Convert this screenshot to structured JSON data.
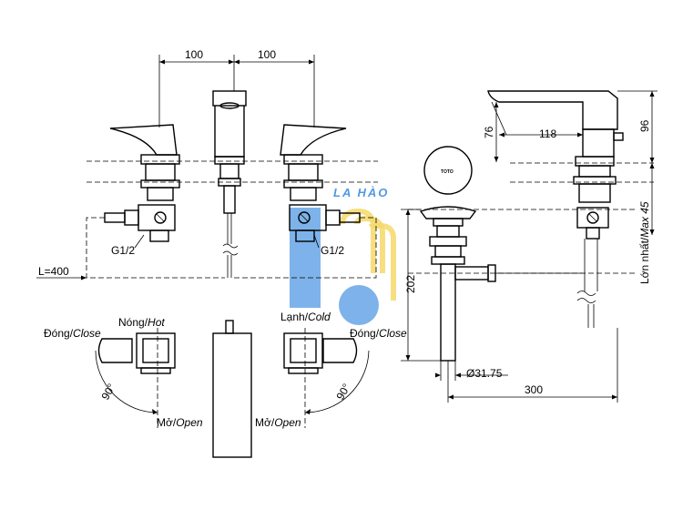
{
  "dimensions": {
    "spacing_left": "100",
    "spacing_right": "100",
    "hose_length": "L=400",
    "thread_left": "G1/2",
    "thread_right": "G1/2",
    "spout_reach": "118",
    "spout_height": "76",
    "total_height": "96",
    "max_thickness": "Lớn nhất/Max 45",
    "drain_length": "202",
    "drain_diameter": "Ø31.75",
    "rod_length": "300"
  },
  "handles": {
    "hot": "Nóng/Hot",
    "cold": "Lạnh/Cold",
    "close_left": "Đóng/Close",
    "close_right": "Đóng/Close",
    "open_left": "Mở/Open",
    "open_right": "Mở/Open",
    "angle_left": "90°",
    "angle_right": "90°"
  },
  "watermark": {
    "text": "LA HÀO",
    "colors": {
      "blue": "#3f8fe0",
      "yellow": "#f5d65a"
    }
  },
  "brand_mark": "TOTO"
}
